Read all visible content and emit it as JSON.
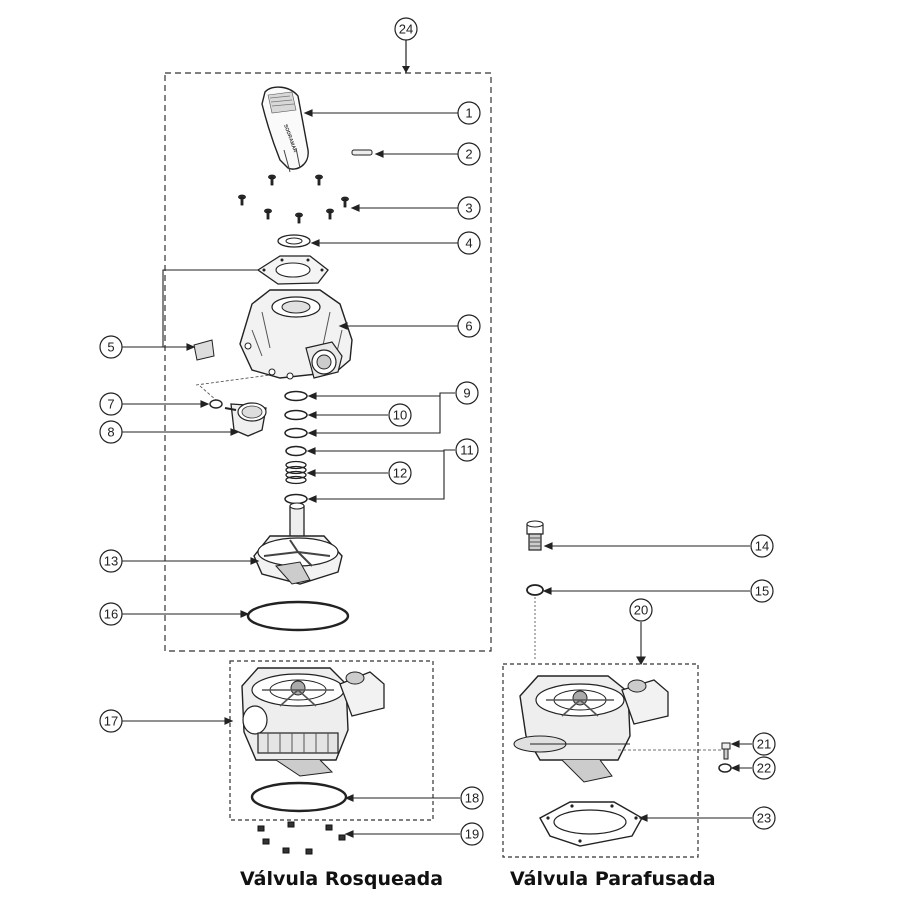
{
  "callouts": [
    "1",
    "2",
    "3",
    "4",
    "5",
    "6",
    "7",
    "8",
    "9",
    "10",
    "11",
    "12",
    "13",
    "14",
    "15",
    "16",
    "17",
    "18",
    "19",
    "20",
    "21",
    "22",
    "23",
    "24"
  ],
  "captions": {
    "threaded": "Válvula Rosqueada",
    "bolted": "Válvula Parafusada"
  },
  "logo_text": "SODRAMAR"
}
